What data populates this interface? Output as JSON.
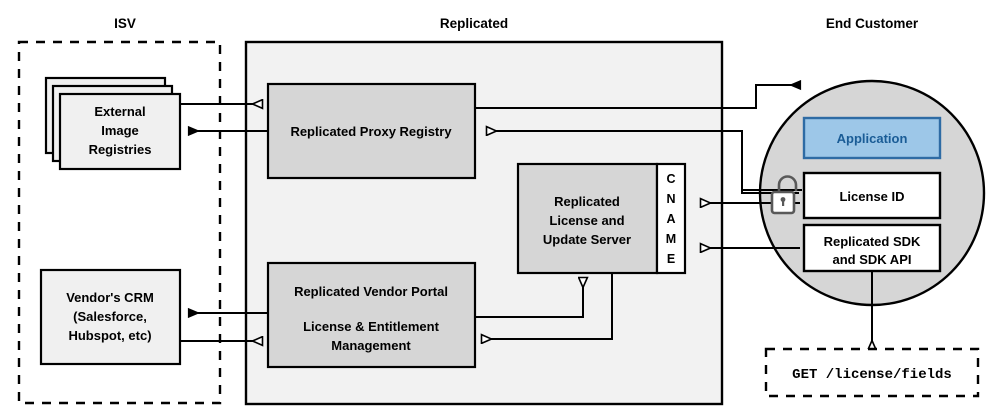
{
  "diagram": {
    "title_hidden": "Replicated platform architecture",
    "groups": [
      {
        "id": "isv",
        "label": "ISV",
        "border": "dashed"
      },
      {
        "id": "replicated",
        "label": "Replicated",
        "border": "solid"
      },
      {
        "id": "end_customer",
        "label": "End Customer",
        "border": "none"
      }
    ],
    "nodes": {
      "external_registries": {
        "label_lines": [
          "External",
          "Image",
          "Registries"
        ],
        "style": "stacked-box",
        "fill": "#f0f0f0"
      },
      "vendor_crm": {
        "label_lines": [
          "Vendor's CRM",
          "(Salesforce,",
          "Hubspot, etc)"
        ],
        "fill": "#f0f0f0"
      },
      "proxy_registry": {
        "label_lines": [
          "Replicated Proxy Registry"
        ],
        "fill": "#d6d6d6"
      },
      "license_update_server": {
        "label_lines": [
          "Replicated",
          "License and",
          "Update Server"
        ],
        "fill": "#d6d6d6"
      },
      "cname": {
        "label": "CNAME",
        "letters": [
          "C",
          "N",
          "A",
          "M",
          "E"
        ],
        "fill": "#ffffff"
      },
      "vendor_portal": {
        "label_lines": [
          "Replicated Vendor Portal",
          "",
          "License & Entitlement",
          "Management"
        ],
        "fill": "#d6d6d6"
      },
      "application": {
        "label_lines": [
          "Application"
        ],
        "fill": "#9dc7e8",
        "border": "#2e6ba4",
        "text_color": "#1a5c96"
      },
      "license_id": {
        "label_lines": [
          "License ID"
        ],
        "fill": "#ffffff"
      },
      "replicated_sdk": {
        "label_lines": [
          "Replicated SDK",
          "and SDK API"
        ],
        "fill": "#ffffff"
      },
      "api_call": {
        "label": "GET /license/fields",
        "style": "dashed-box",
        "font": "mono"
      },
      "customer_circle": {
        "fill": "#d6d6d6"
      },
      "unlock_icon": {
        "name": "unlock-padlock",
        "color": "#595959"
      }
    },
    "colors": {
      "group_fill": "#f2f2f2",
      "node_fill": "#d6d6d6",
      "light_fill": "#f0f0f0",
      "white": "#ffffff",
      "accent_blue": "#9dc7e8",
      "accent_blue_border": "#2e6ba4",
      "accent_blue_text": "#1a5c96",
      "stroke": "#000000",
      "icon_gray": "#595959"
    }
  }
}
